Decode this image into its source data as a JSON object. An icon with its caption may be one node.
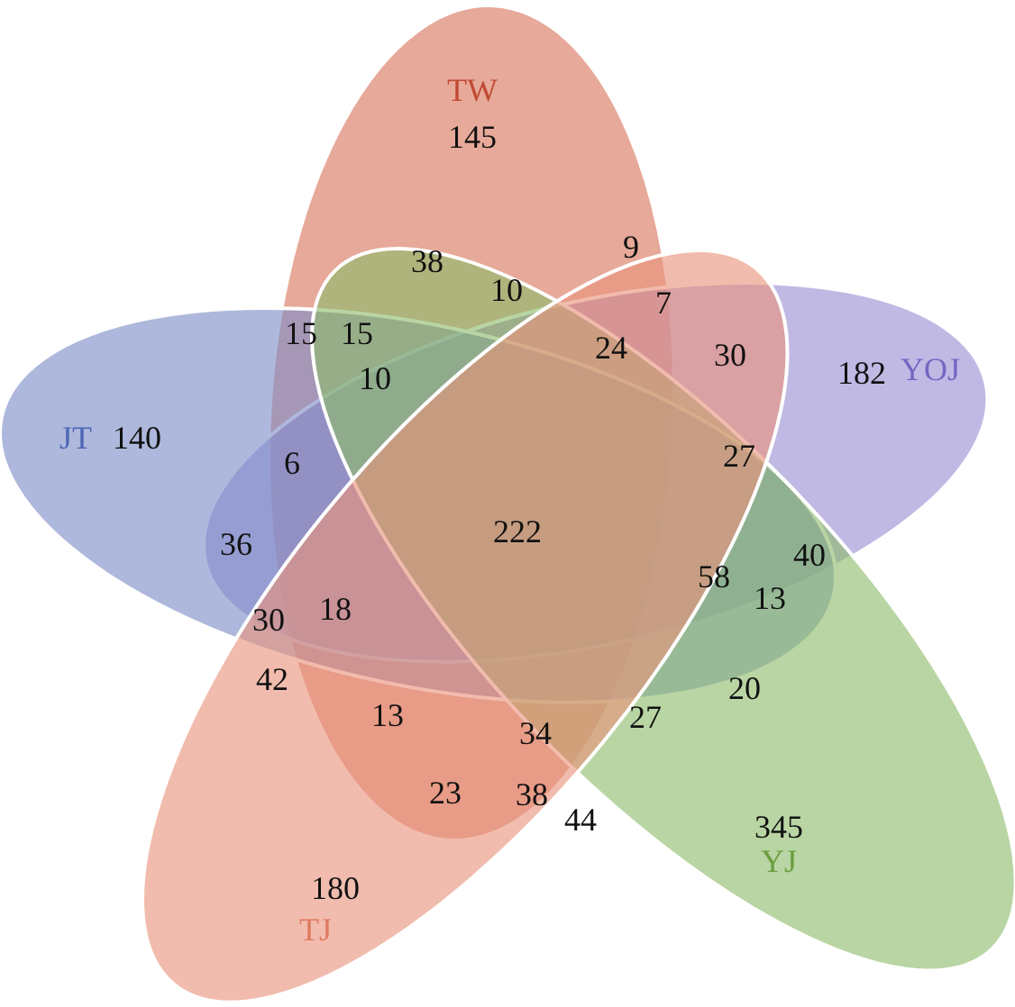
{
  "diagram": {
    "nodes": [
      {
        "text": [
          "TW",
          "145"
        ]
      },
      {
        "text": [
          "182",
          "YOJ"
        ]
      },
      {
        "text": [
          "JT",
          "140"
        ]
      },
      {
        "text": [
          "345",
          "YJ"
        ]
      },
      {
        "text": [
          "180",
          "TJ"
        ]
      }
    ],
    "labels": [
      "38",
      "9",
      "10",
      "7",
      "15",
      "15",
      "24",
      "30",
      "10",
      "6",
      "27",
      "222",
      "36",
      "40",
      "58",
      "18",
      "13",
      "30",
      "42",
      "20",
      "13",
      "34",
      "27",
      "23",
      "38",
      "44"
    ]
  }
}
